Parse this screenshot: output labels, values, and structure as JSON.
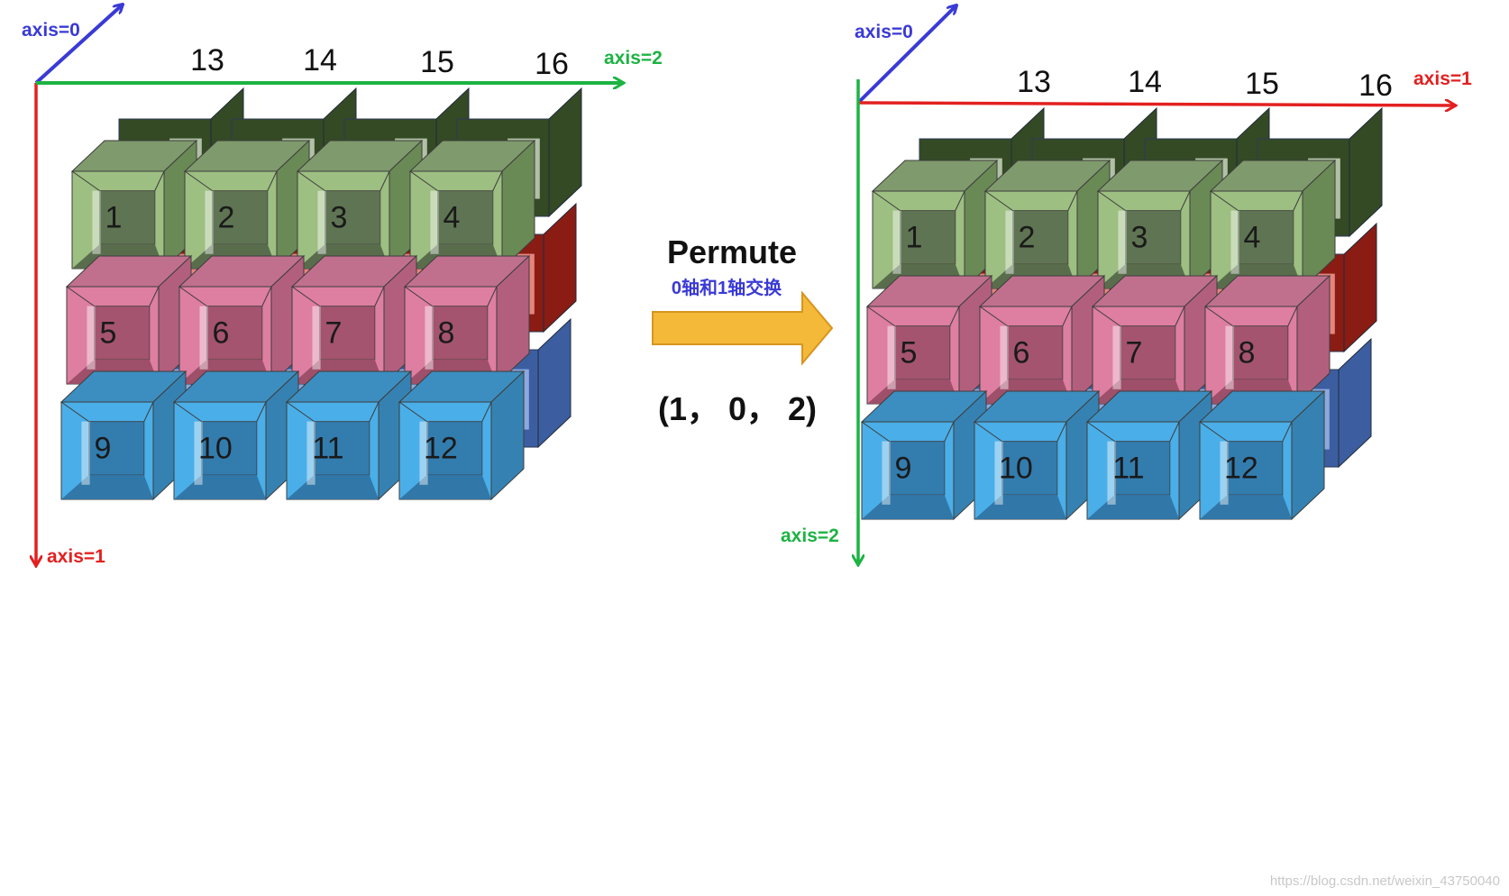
{
  "left_diagram": {
    "axes": {
      "depth": "axis=0",
      "vertical": "axis=1",
      "horizontal": "axis=2"
    },
    "front_numbers": [
      [
        "1",
        "2",
        "3",
        "4"
      ],
      [
        "5",
        "6",
        "7",
        "8"
      ],
      [
        "9",
        "10",
        "11",
        "12"
      ]
    ],
    "back_numbers": [
      "13",
      "14",
      "15",
      "16"
    ]
  },
  "right_diagram": {
    "axes": {
      "depth": "axis=0",
      "horizontal": "axis=1",
      "vertical": "axis=2"
    },
    "front_numbers": [
      [
        "1",
        "2",
        "3",
        "4"
      ],
      [
        "5",
        "6",
        "7",
        "8"
      ],
      [
        "9",
        "10",
        "11",
        "12"
      ]
    ],
    "back_numbers": [
      "13",
      "14",
      "15",
      "16"
    ]
  },
  "transform": {
    "title": "Permute",
    "subtitle": "0轴和1轴交换",
    "order": "(1， 0， 2)"
  },
  "watermark": "https://blog.csdn.net/weixin_43750040",
  "colors": {
    "axis0": "#3a3ad6",
    "axis1": "#e32020",
    "axis2": "#1db343",
    "arrow_fill": "#f4b939",
    "row_green": {
      "front": "#9dbf82",
      "top": "#7f9a6c",
      "side": "#6a8a55",
      "inner": "#55684a",
      "back": "#344a25",
      "back_light": "#c9d6bd"
    },
    "row_pink": {
      "front": "#de7ea0",
      "top": "#c0708d",
      "side": "#b25f7d",
      "inner": "#9a4d66",
      "back": "#8a1c14",
      "back_light": "#f59890"
    },
    "row_blue": {
      "front": "#4aaee8",
      "top": "#3c8ec0",
      "side": "#3582b2",
      "inner": "#2f74a4",
      "back": "#3c5ea0",
      "back_light": "#9ab6ea"
    }
  }
}
